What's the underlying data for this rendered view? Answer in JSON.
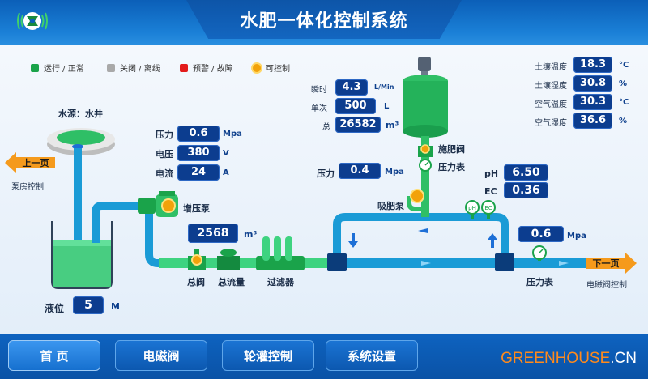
{
  "header": {
    "title": "水肥一体化控制系统"
  },
  "legend": [
    {
      "label": "运行 / 正常",
      "color": "#1aa34a"
    },
    {
      "label": "关闭 / 离线",
      "color": "#a9a9a9"
    },
    {
      "label": "预警 / 故障",
      "color": "#e31b1b"
    },
    {
      "label": "可控制",
      "color": "#f2a20a"
    }
  ],
  "water_source": {
    "label": "水源：水井"
  },
  "prev_page": {
    "label": "上一页",
    "caption": "泵房控制"
  },
  "next_page": {
    "label": "下一页",
    "caption": "电磁阀控制"
  },
  "pump_readings": {
    "pressure": {
      "label": "压力",
      "value": "0.6",
      "unit": "Mpa"
    },
    "voltage": {
      "label": "电压",
      "value": "380",
      "unit": "V"
    },
    "current": {
      "label": "电流",
      "value": "24",
      "unit": "A"
    }
  },
  "booster_pump": {
    "label": "增压泵"
  },
  "flow_total": {
    "value": "2568",
    "unit": "m³"
  },
  "main_valve": {
    "label": "总阀"
  },
  "main_flow": {
    "label": "总流量"
  },
  "filter": {
    "label": "过滤器"
  },
  "level": {
    "label": "液位",
    "value": "5",
    "unit": "M"
  },
  "fert_flow": {
    "instant": {
      "label": "瞬时",
      "value": "4.3",
      "unit": "L/Min"
    },
    "single": {
      "label": "单次",
      "value": "500",
      "unit": "L"
    },
    "total": {
      "label": "总",
      "value": "26582",
      "unit": "m³"
    }
  },
  "fert_valve": {
    "label": "施肥阀"
  },
  "fert_gauge": {
    "label": "压力表"
  },
  "suction": {
    "label": "压力",
    "value": "0.4",
    "unit": "Mpa",
    "pump_label": "吸肥泵"
  },
  "ph": {
    "label": "pH",
    "value": "6.50"
  },
  "ec": {
    "label": "EC",
    "value": "0.36"
  },
  "sensor_icons": {
    "ph": "pH",
    "ec": "EC"
  },
  "outlet": {
    "value": "0.6",
    "unit": "Mpa",
    "gauge_label": "压力表"
  },
  "environment": [
    {
      "label": "土壤温度",
      "value": "18.3",
      "unit": "°C"
    },
    {
      "label": "土壤湿度",
      "value": "30.8",
      "unit": "%"
    },
    {
      "label": "空气温度",
      "value": "30.3",
      "unit": "°C"
    },
    {
      "label": "空气湿度",
      "value": "36.6",
      "unit": "%"
    }
  ],
  "nav": [
    {
      "label": "首  页",
      "active": true
    },
    {
      "label": "电磁阀"
    },
    {
      "label": "轮灌控制"
    },
    {
      "label": "系统设置"
    }
  ],
  "brand": {
    "main": "GREENHOUSE",
    "suffix": ".CN"
  },
  "icons": {
    "logo": "greenhouse-logo-icon"
  }
}
